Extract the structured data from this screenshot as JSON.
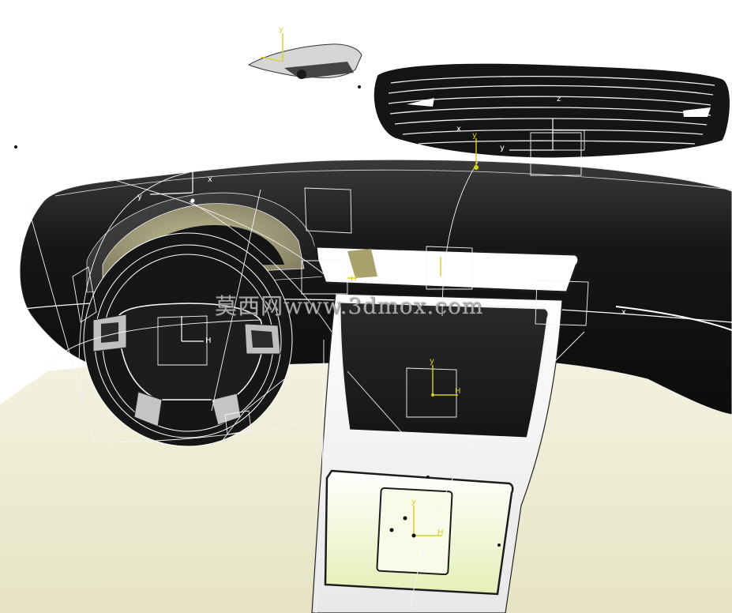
{
  "watermark": {
    "text": "莫西网www.3dmox.com"
  },
  "axis_labels": {
    "x": "x",
    "y": "y",
    "z": "z",
    "h": "H"
  },
  "colors": {
    "background": "#ffffff",
    "floor": "#ecebd0",
    "body_black": "#1c1c1c",
    "wireframe": "#f2f2f2",
    "axis_yellow": "#d8d020"
  },
  "icons": {
    "axis": "axis-triad-icon",
    "origin": "origin-point-icon"
  }
}
